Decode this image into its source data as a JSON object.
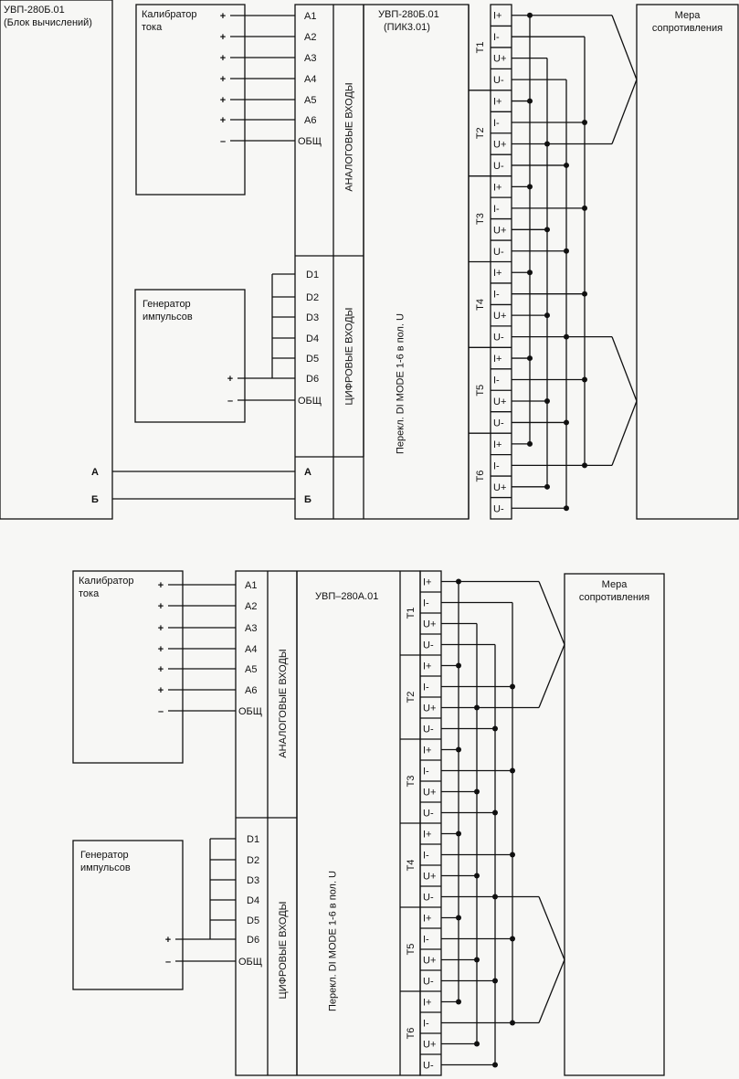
{
  "colors": {
    "line": "#111111",
    "background": "#f7f7f5"
  },
  "top": {
    "computer_block": {
      "title_line1": "УВП-280Б.01",
      "title_line2": "(Блок вычислений)",
      "port_a": "А",
      "port_b": "Б"
    },
    "calibrator": {
      "title_line1": "Калибратор",
      "title_line2": "тока",
      "plus": "+",
      "minus": "–"
    },
    "generator": {
      "title_line1": "Генератор",
      "title_line2": "импульсов",
      "plus": "+",
      "minus": "–"
    },
    "module": {
      "title_line1": "УВП-280Б.01",
      "title_line2": "(ПИК3.01)",
      "analog_label": "АНАЛОГОВЫЕ  ВХОДЫ",
      "digital_label": "ЦИФРОВЫЕ  ВХОДЫ",
      "switch_note": "Перекл. DI MODE 1-6 в пол. U",
      "port_a": "А",
      "port_b": "Б"
    },
    "resistance": {
      "title_line1": "Мера",
      "title_line2": "сопротивления"
    }
  },
  "bottom": {
    "calibrator": {
      "title_line1": "Калибратор",
      "title_line2": "тока",
      "plus": "+",
      "minus": "–"
    },
    "generator": {
      "title_line1": "Генератор",
      "title_line2": "импульсов",
      "plus": "+",
      "minus": "–"
    },
    "module": {
      "title": "УВП–280А.01",
      "analog_label": "АНАЛОГОВЫЕ  ВХОДЫ",
      "digital_label": "ЦИФРОВЫЕ  ВХОДЫ",
      "switch_note": "Перекл. DI MODE 1-6 в пол. U"
    },
    "resistance": {
      "title_line1": "Мера",
      "title_line2": "сопротивления"
    }
  },
  "analog_inputs": [
    "A1",
    "A2",
    "A3",
    "A4",
    "A5",
    "A6",
    "ОБЩ"
  ],
  "digital_inputs": [
    "D1",
    "D2",
    "D3",
    "D4",
    "D5",
    "D6",
    "ОБЩ"
  ],
  "sensor_groups": [
    "T1",
    "T2",
    "T3",
    "T4",
    "T5",
    "T6"
  ],
  "terminals": [
    "I+",
    "I-",
    "U+",
    "U-"
  ]
}
